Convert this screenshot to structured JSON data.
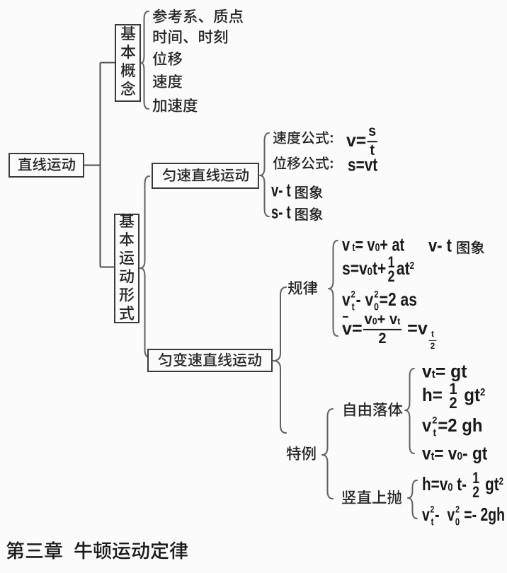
{
  "colors": {
    "background": "#fbfbfb",
    "text": "#262626",
    "formula": "#1a1a1a",
    "box_border": "#3a3a3a",
    "line": "#4d4d4d",
    "brace": "#666666"
  },
  "root": {
    "label": "直线运动"
  },
  "concepts": {
    "label": "基本概念",
    "items": [
      "参考系、质点",
      "时间、时刻",
      "位移",
      "速度",
      "加速度"
    ]
  },
  "forms": {
    "label": "基本运动形式"
  },
  "uniform": {
    "label": "匀速直线运动",
    "velocity_label": "速度公式:",
    "velocity_formula": [
      {
        "t": "v="
      },
      {
        "fr": [
          "s",
          "t"
        ],
        "bar": true
      }
    ],
    "displacement_label": "位移公式:",
    "displacement_formula": [
      {
        "t": "s=vt"
      }
    ],
    "vt_graph": "v- t 图象",
    "st_graph": "s- t 图象"
  },
  "varied": {
    "label": "匀变速直线运动",
    "rules": {
      "label": "规律",
      "f1": [
        {
          "t": "v"
        },
        {
          "t": " t",
          "s": "sub"
        },
        {
          "t": "= v"
        },
        {
          "t": "0",
          "s": "sub"
        },
        {
          "t": "+ at"
        }
      ],
      "f1_note": "v- t 图象",
      "f2": [
        {
          "t": "s=v"
        },
        {
          "t": "0",
          "s": "sub"
        },
        {
          "t": "t+"
        },
        {
          "fr": [
            "1",
            "2"
          ],
          "bar": false
        },
        {
          "t": "at"
        },
        {
          "t": "2",
          "s": "sup"
        }
      ],
      "f3": [
        {
          "t": "v"
        },
        {
          "ss": [
            "2",
            "t"
          ]
        },
        {
          "t": "- "
        },
        {
          "t": "v"
        },
        {
          "ss": [
            "2",
            "0"
          ]
        },
        {
          "t": "=2 as"
        }
      ],
      "f4": [
        {
          "t": "v",
          "s": "bar"
        },
        {
          "t": "="
        },
        {
          "fr": [
            [
              {
                "t": "v"
              },
              {
                "t": "0",
                "s": "sub"
              },
              {
                "t": "+ v"
              },
              {
                "t": "t",
                "s": "sub"
              }
            ],
            "2"
          ],
          "bar": true
        },
        {
          "t": " =v"
        },
        {
          "fr": [
            "t",
            "2"
          ],
          "bar": true,
          "sm": true
        }
      ]
    },
    "special": {
      "label": "特例",
      "freefall": {
        "label": "自由落体",
        "f1": [
          {
            "t": "v"
          },
          {
            "t": "t",
            "s": "sub"
          },
          {
            "t": "= gt"
          }
        ],
        "f2": [
          {
            "t": "h= "
          },
          {
            "fr": [
              "1",
              "2"
            ],
            "bar": false
          },
          {
            "t": " gt"
          },
          {
            "t": "2",
            "s": "sup"
          }
        ],
        "f3": [
          {
            "t": "v"
          },
          {
            "ss": [
              "2",
              "t"
            ]
          },
          {
            "t": "=2 gh"
          }
        ],
        "f4": [
          {
            "t": "v"
          },
          {
            "t": "t",
            "s": "sub"
          },
          {
            "t": "= v"
          },
          {
            "t": "0",
            "s": "sub"
          },
          {
            "t": "- gt"
          }
        ]
      },
      "throwup": {
        "label": "竖直上抛",
        "f1": [
          {
            "t": "h=v"
          },
          {
            "t": "0",
            "s": "sub"
          },
          {
            "t": " t- "
          },
          {
            "fr": [
              "1",
              "2"
            ],
            "bar": false
          },
          {
            "t": " gt"
          },
          {
            "t": "2",
            "s": "sup"
          }
        ],
        "f2": [
          {
            "t": "v"
          },
          {
            "ss": [
              "2",
              "t"
            ]
          },
          {
            "t": "-  "
          },
          {
            "t": "v"
          },
          {
            "ss": [
              "2",
              "0"
            ]
          },
          {
            "t": " =- 2gh"
          }
        ]
      }
    }
  },
  "caption": "第三章  牛顿运动定律"
}
